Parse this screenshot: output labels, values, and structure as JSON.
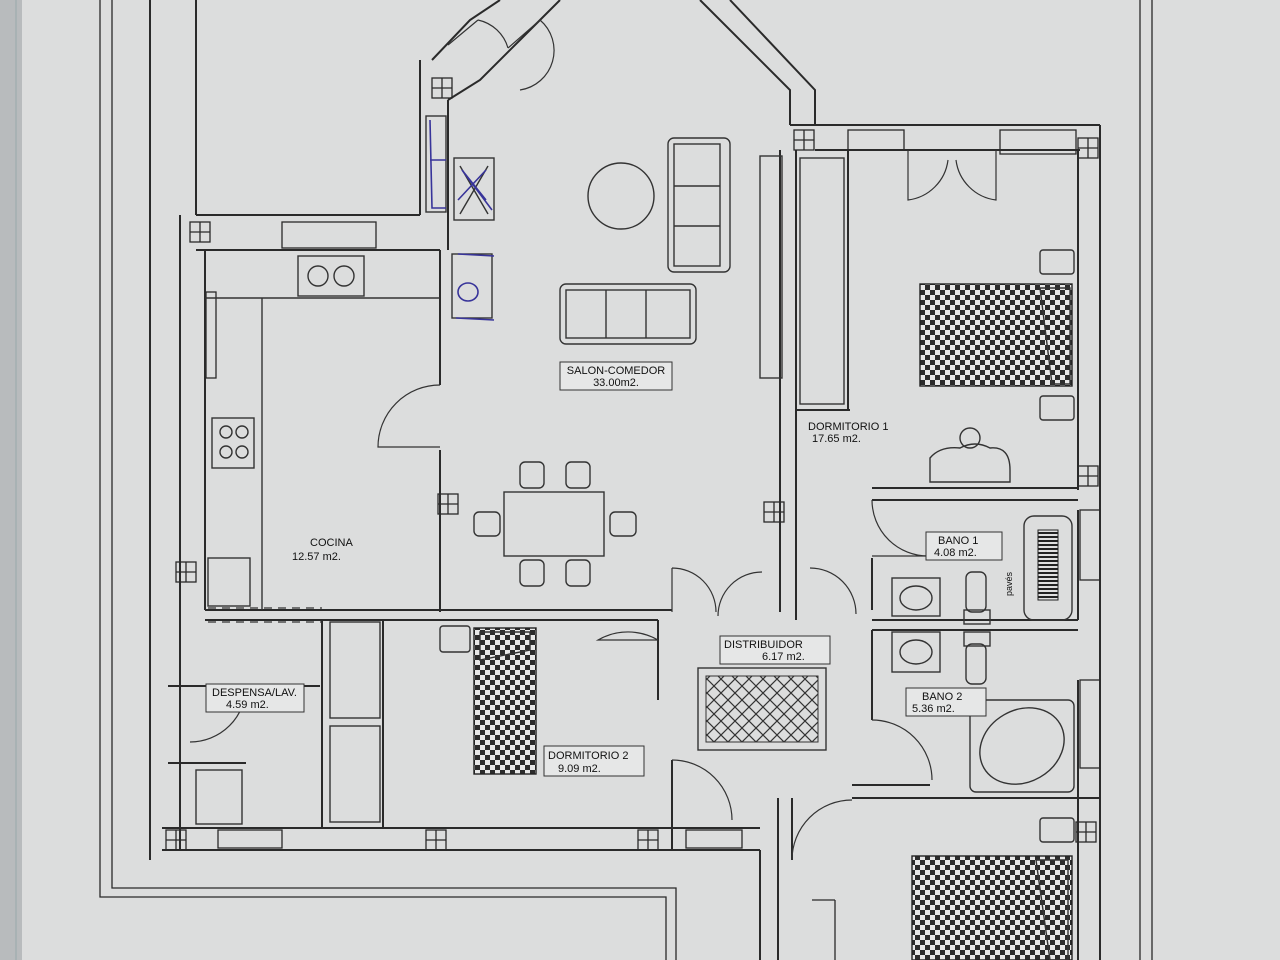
{
  "rooms": [
    {
      "id": "salon",
      "name": "SALON-COMEDOR",
      "area": "33.00m2."
    },
    {
      "id": "dorm1",
      "name": "DORMITORIO 1",
      "area": "17.65  m2."
    },
    {
      "id": "bano1",
      "name": "BANO 1",
      "area": "4.08  m2."
    },
    {
      "id": "cocina",
      "name": "COCINA",
      "area": "12.57  m2."
    },
    {
      "id": "distribuidor",
      "name": "DISTRIBUIDOR",
      "area": "6.17  m2."
    },
    {
      "id": "bano2",
      "name": "BANO 2",
      "area": "5.36  m2."
    },
    {
      "id": "despensa",
      "name": "DESPENSA/LAV.",
      "area": "4.59  m2."
    },
    {
      "id": "dorm2",
      "name": "DORMITORIO 2",
      "area": "9.09  m2."
    }
  ],
  "annotations": {
    "bath_side_label": "pavés"
  },
  "colors": {
    "paper": "#dcdddd",
    "line": "#2a2a2a",
    "ink": "#38349a",
    "pattern": "#2b2b2b"
  }
}
